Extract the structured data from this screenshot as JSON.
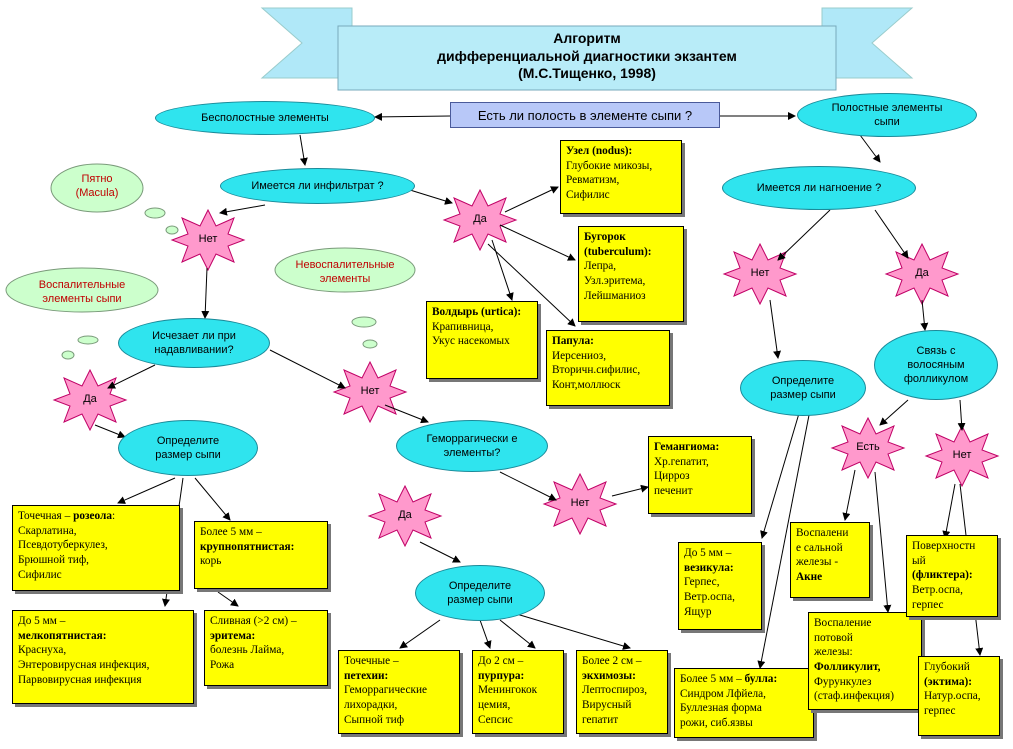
{
  "title": {
    "line1": "Алгоритм",
    "line2": "дифференциальной диагностики  экзантем",
    "line3": "(М.С.Тищенко, 1998)"
  },
  "question_main": "Есть ли полость в элементе сыпи ?",
  "left": {
    "no_cavity": "Бесполостные элементы",
    "infiltrate_q": "Имеется ли инфильтрат ?",
    "macula": "Пятно (Macula)",
    "net1": "Нет",
    "da1": "Да",
    "inflammatory": "Воспалительные элементы сыпи",
    "noninflammatory": "Невоспалительные элементы",
    "pressure_q": "Исчезает ли при надавливании?",
    "da2": "Да",
    "net2": "Нет",
    "size_q1": "Определите размер сыпи",
    "hemorrhagic_q": "Геморрагически е элементы?",
    "da3": "Да",
    "net3": "Нет",
    "size_q2": "Определите размер сыпи"
  },
  "boxes": {
    "uzel": {
      "title": "Узел (nodus):",
      "lines": [
        "Глубокие микозы,",
        "Ревматизм,",
        "Сифилис"
      ]
    },
    "bugorok": {
      "title": "Бугорок (tuberculum):",
      "lines": [
        "Лепра,",
        "Узл.эритема,",
        "Лейшманиоз"
      ]
    },
    "voldyr": {
      "title": "Волдырь (urtica):",
      "lines": [
        "Крапивница,",
        "Укус насекомых"
      ]
    },
    "papula": {
      "title": "Папула:",
      "lines": [
        "Иерсениоз,",
        "Вторичн.сифилис,",
        "Конт,моллюск"
      ]
    },
    "hemangioma": {
      "title": "Гемангиома:",
      "lines": [
        "Хр.гепатит,",
        "Цирроз",
        "печенит"
      ]
    },
    "roseola": {
      "prefix": "Точечная – ",
      "bold": "розеола",
      "suffix": ":",
      "lines": [
        "Скарлатина,",
        "Псевдотуберкулез,",
        "Брюшной тиф,",
        "Сифилис"
      ]
    },
    "krupno": {
      "prefix": "Более 5 мм –",
      "bold": "крупнопятнистая:",
      "lines": [
        "корь"
      ]
    },
    "melko": {
      "prefix": "До 5 мм –",
      "bold": "мелкопятнистая:",
      "lines": [
        "Краснуха,",
        "Энтеровирусная инфекция,",
        "Парвовирусная инфекция"
      ]
    },
    "eritema": {
      "prefix": "Сливная (>2 см) –",
      "bold": "эритема:",
      "lines": [
        "болезнь Лайма,",
        "Рожа"
      ]
    },
    "petehii": {
      "prefix": "Точечные –",
      "bold": "петехии:",
      "lines": [
        "Геморрагические",
        "лихорадки,",
        "Сыпной тиф"
      ]
    },
    "purpura": {
      "prefix": "До 2 см –",
      "bold": "пурпура:",
      "lines": [
        "Менингокок",
        "цемия,",
        "Сепсис"
      ]
    },
    "ekhimozy": {
      "prefix": "Более 2 см –",
      "bold": "экхимозы:",
      "lines": [
        "Лептоспироз,",
        "Вирусный",
        "гепатит"
      ]
    },
    "vezikula": {
      "prefix": "До 5 мм –",
      "bold": "везикула:",
      "lines": [
        "Герпес,",
        "Ветр.оспа,",
        "Ящур"
      ]
    },
    "bulla": {
      "prefix": "Более 5 мм – ",
      "bold": "булла:",
      "lines": [
        "Синдром Лфйела,",
        "Буллезная форма",
        "рожи, сиб.язвы"
      ]
    },
    "akne": {
      "lines": [
        "Воспалени",
        "е сальной",
        "железы -"
      ],
      "bold": "Акне"
    },
    "follikulit": {
      "lines": [
        "Воспаление",
        "потовой",
        "железы:"
      ],
      "bold": "Фолликулит,",
      "tail": [
        "Фурункулез",
        "(стаф.инфекция)"
      ]
    },
    "fliktera": {
      "lines": [
        "Поверхностн",
        "ый"
      ],
      "bold": "(фликтера):",
      "tail": [
        "Ветр.оспа,",
        "герпес"
      ]
    },
    "ektima": {
      "lines": [
        "Глубокий"
      ],
      "bold": "(эктима):",
      "tail": [
        "Натур.оспа,",
        "герпес"
      ]
    }
  },
  "right": {
    "cavity": "Полостные элементы сыпи",
    "suppuration_q": "Имеется ли нагноение ?",
    "net4": "Нет",
    "da4": "Да",
    "size_q3": "Определите размер сыпи",
    "follicle_q": "Связь с волосяным фолликулом",
    "est": "Есть",
    "net5": "Нет"
  },
  "colors": {
    "ellipse": "#2fe4ee",
    "box": "#ffff00",
    "star": "#ff99cc",
    "cloud": "#ccffcc",
    "banner": "#b0e8f8",
    "question": "#b8c8f8"
  }
}
